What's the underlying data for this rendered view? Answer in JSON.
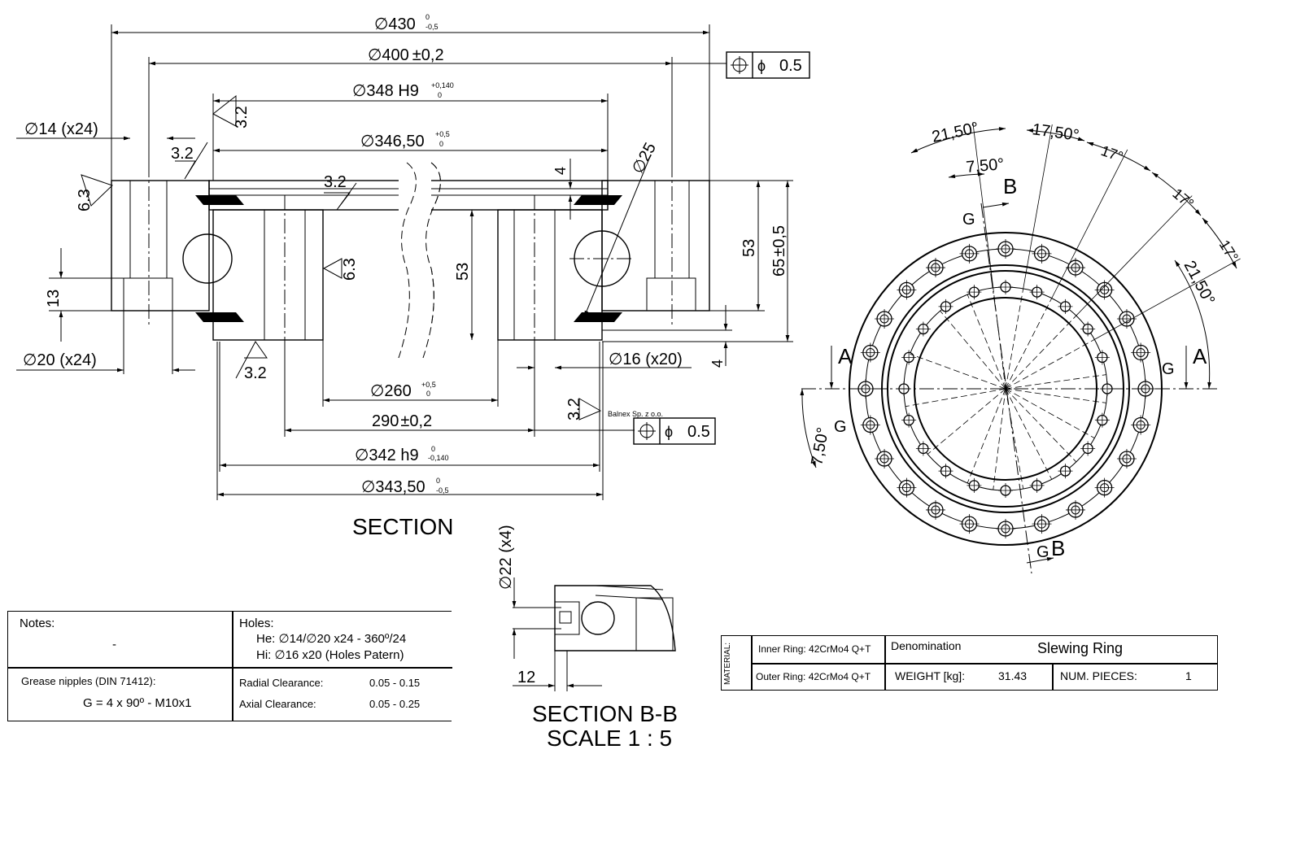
{
  "dimensions": {
    "d430": "430",
    "d430_tol_up": "0",
    "d430_tol_lo": "-0,5",
    "d400": "400",
    "d400_tol": "±0,2",
    "d348": "348 H9",
    "d348_tol_up": "+0,140",
    "d348_tol_lo": "0",
    "d346": "346,50",
    "d346_tol_up": "+0,5",
    "d346_tol_lo": "0",
    "d14": "14 (x24)",
    "d20": "20 (x24)",
    "d16": "16 (x20)",
    "d25": "25",
    "d260": "260",
    "d260_tol_up": "+0,5",
    "d260_tol_lo": "0",
    "d290": "290",
    "d290_tol": "±0,2",
    "d342": "342 h9",
    "d342_tol_up": "0",
    "d342_tol_lo": "-0,140",
    "d343": "343,50",
    "d343_tol_up": "0",
    "d343_tol_lo": "-0,5",
    "h53_left": "53",
    "h53_right": "53",
    "h65": "65",
    "h65_tol": "±0,5",
    "h13": "13",
    "h4_top": "4",
    "h4_bottom": "4",
    "d22": "22 (x4)",
    "w12": "12"
  },
  "roughness": {
    "r1": "3.2",
    "r2": "3.2",
    "r3": "3.2",
    "r4": "3.2",
    "r5": "3.2",
    "r6": "6.3",
    "r7": "6.3"
  },
  "tolerance_frames": {
    "top": {
      "symbol": "⌖",
      "diameter": "ϕ",
      "value": "0.5"
    },
    "bottom": {
      "symbol": "⌖",
      "diameter": "ϕ",
      "value": "0.5"
    }
  },
  "labels": {
    "section": "SECTION",
    "section_bb": "SECTION B-B",
    "scale": "SCALE 1 : 5",
    "watermark": "Balnex Sp. z o.o.",
    "diameter_symbol": "∅"
  },
  "plan_view": {
    "angle_2150_top": "21,50°",
    "angle_1750": "17,50°",
    "angle_17_a": "17°",
    "angle_17_b": "17°",
    "angle_17_c": "17°",
    "angle_2150_right": "21,50°",
    "angle_750_top": "7,50°",
    "angle_750_left": "7,50°",
    "marker_b_top": "B",
    "marker_b_bottom": "B",
    "marker_a_left": "A",
    "marker_a_right": "A",
    "marker_g_top": "G",
    "marker_g_left": "G",
    "marker_g_right": "G",
    "marker_g_bottom": "G"
  },
  "notes_table": {
    "notes_label": "Notes:",
    "notes_value": "-",
    "holes_label": "Holes:",
    "holes_he": "He:  ∅14/∅20 x24  - 360º/24",
    "holes_hi": "Hi:  ∅16 x20  (Holes Patern)",
    "grease_label": "Grease nipples (DIN 71412):",
    "grease_value": "G = 4 x 90º  - M10x1",
    "radial_label": "Radial Clearance:",
    "radial_value": "0.05 - 0.15",
    "axial_label": "Axial Clearance:",
    "axial_value": "0.05 - 0.25"
  },
  "title_block": {
    "material_label": "MATERIAL:",
    "inner_ring": "Inner Ring: 42CrMo4 Q+T",
    "outer_ring": "Outer Ring: 42CrMo4 Q+T",
    "denomination_label": "Denomination",
    "denomination_value": "Slewing Ring",
    "weight_label": "WEIGHT [kg]:",
    "weight_value": "31.43",
    "pieces_label": "NUM. PIECES:",
    "pieces_value": "1"
  }
}
